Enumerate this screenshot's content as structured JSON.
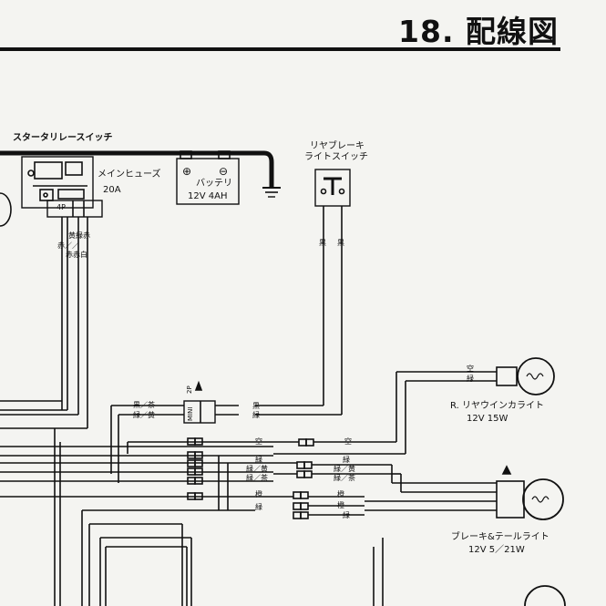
{
  "header": {
    "title": "18. 配線図"
  },
  "components": {
    "starter_relay": {
      "label": "スタータリレースイッチ"
    },
    "main_fuse": {
      "label": "メインヒューズ",
      "rating": "20A"
    },
    "battery": {
      "label": "バッテリ",
      "rating": "12V 4AH"
    },
    "rear_brake_switch": {
      "label_line1": "リヤブレーキ",
      "label_line2": "ライトスイッチ"
    },
    "relay_connector": {
      "pins": "4P"
    },
    "mini_connector": {
      "label": "MINI",
      "pins": "2P"
    },
    "r_winker": {
      "label": "R. リヤウインカライト",
      "rating": "12V 15W"
    },
    "brake_tail": {
      "label": "ブレーキ&テールライト",
      "rating": "12V 5／21W"
    }
  },
  "wire_colors": {
    "relay_top": "黄緑赤",
    "relay_mid": "赤／／",
    "relay_bot": "赤赤白",
    "switch_left": "黒",
    "switch_right": "黒",
    "mini_1": "黒／茶",
    "mini_2": "緑／黄",
    "mid_1": "黒",
    "mid_2": "緑",
    "row_sky_l": "空",
    "row_sky_r": "空",
    "row_g_l": "緑",
    "row_g_r": "緑",
    "row_gy_l": "緑／黄",
    "row_gy_r": "緑／黄",
    "row_gb_l": "緑／茶",
    "row_gb_r": "緑／茶",
    "row_o_l": "橙",
    "row_o_r": "橙",
    "row_o2_r": "橙",
    "row_g2_l": "緑",
    "row_g2_r": "緑",
    "wink_sky": "空",
    "wink_g": "緑"
  },
  "symbols": {
    "battery_plus": "⊕",
    "battery_minus": "⊖",
    "switch_T": "T"
  },
  "colors": {
    "ink": "#111111",
    "paper": "#f4f4f1"
  }
}
